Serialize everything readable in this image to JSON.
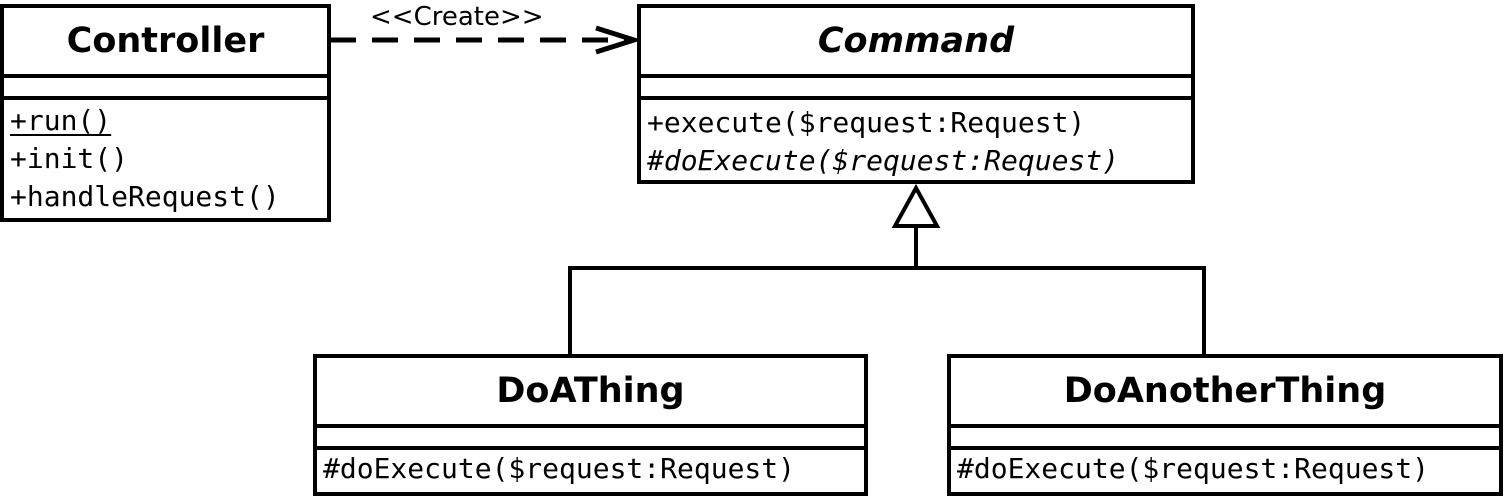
{
  "classes": {
    "controller": {
      "name": "Controller",
      "operations": [
        "+run()",
        "+init()",
        "+handleRequest()"
      ]
    },
    "command": {
      "name": "Command",
      "operations": [
        "+execute($request:Request)",
        "#doExecute($request:Request)"
      ]
    },
    "do_a_thing": {
      "name": "DoAThing",
      "operations": [
        "#doExecute($request:Request)"
      ]
    },
    "do_another_thing": {
      "name": "DoAnotherThing",
      "operations": [
        "#doExecute($request:Request)"
      ]
    }
  },
  "relations": {
    "create_label": "<<Create>>"
  }
}
